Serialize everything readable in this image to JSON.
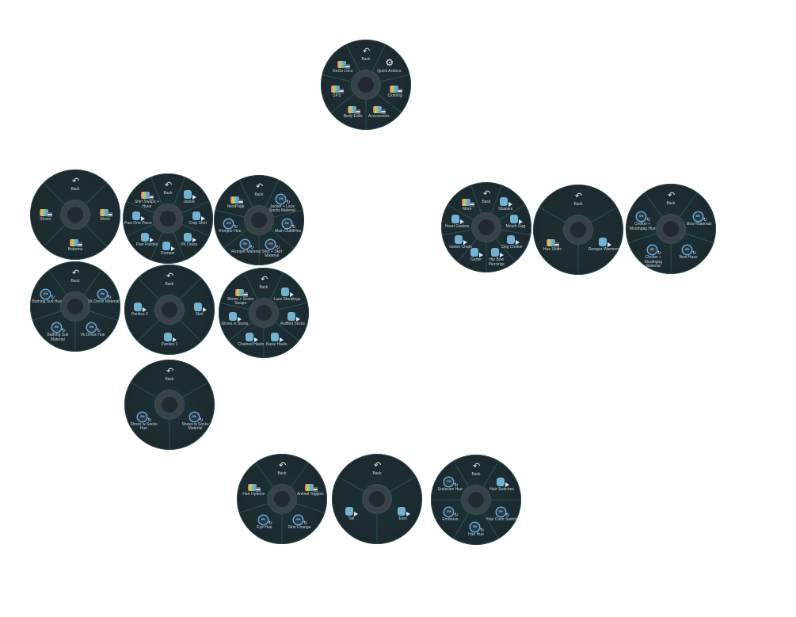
{
  "menus": [
    {
      "name": "main",
      "items": [
        {
          "label": "Back",
          "type": "back"
        },
        {
          "label": "Quick Actions",
          "type": "gear"
        },
        {
          "label": "Clothing",
          "type": "sub"
        },
        {
          "label": "Accessories",
          "type": "sub"
        },
        {
          "label": "Body Edits",
          "type": "sub"
        },
        {
          "label": "SPS",
          "type": "sub"
        },
        {
          "label": "GoGo Loco",
          "type": "sub"
        }
      ]
    },
    {
      "name": "clothing",
      "items": [
        {
          "label": "Back",
          "type": "back"
        },
        {
          "label": "Shirts",
          "type": "sub"
        },
        {
          "label": "Bottoms",
          "type": "sub"
        },
        {
          "label": "Shoes",
          "type": "sub"
        }
      ]
    },
    {
      "name": "shirts",
      "items": [
        {
          "label": "Back",
          "type": "back"
        },
        {
          "label": "Jacket",
          "type": "toggle"
        },
        {
          "label": "Crop Shirt",
          "type": "toggle"
        },
        {
          "label": "VK Dress",
          "type": "toggle"
        },
        {
          "label": "Romper",
          "type": "toggle"
        },
        {
          "label": "Paw Pasties",
          "type": "toggle"
        },
        {
          "label": "Paw One Piece",
          "type": "toggle"
        },
        {
          "label": "Shirt Swaps + Hues",
          "type": "sub"
        }
      ]
    },
    {
      "name": "shirt-swaps-hues",
      "items": [
        {
          "label": "Back",
          "type": "back"
        },
        {
          "label": "Jacket + Lace Socks Material",
          "type": "radial",
          "value": "0%"
        },
        {
          "label": "Main OutfitHue",
          "type": "radial",
          "value": "0%"
        },
        {
          "label": "Shirt + Skirt Material",
          "type": "radial",
          "value": "0%"
        },
        {
          "label": "Romper Material",
          "type": "radial",
          "value": "0%"
        },
        {
          "label": "Romper Hue",
          "type": "radial",
          "value": "0%"
        },
        {
          "label": "NextPage",
          "type": "sub"
        }
      ]
    },
    {
      "name": "shirt-swaps-page-2",
      "items": [
        {
          "label": "Back",
          "type": "back"
        },
        {
          "label": "Vk Dress Material",
          "type": "radial",
          "value": "0%"
        },
        {
          "label": "Vk Dress Hue",
          "type": "radial",
          "value": "0%"
        },
        {
          "label": "Bathing Suit Material",
          "type": "radial",
          "value": "0%"
        },
        {
          "label": "Bathing Suit Hue",
          "type": "radial",
          "value": "0%"
        }
      ]
    },
    {
      "name": "bottoms",
      "items": [
        {
          "label": "Back",
          "type": "back"
        },
        {
          "label": "Skirt",
          "type": "toggle"
        },
        {
          "label": "Panties 1",
          "type": "toggle"
        },
        {
          "label": "Panties 2",
          "type": "toggle"
        }
      ]
    },
    {
      "name": "shoes",
      "items": [
        {
          "label": "Back",
          "type": "back"
        },
        {
          "label": "Lace Stockings",
          "type": "toggle"
        },
        {
          "label": "Ruffled Socks",
          "type": "toggle"
        },
        {
          "label": "Basic Heels",
          "type": "toggle"
        },
        {
          "label": "Chained Heels",
          "type": "toggle"
        },
        {
          "label": "Shoes w Socks",
          "type": "toggle"
        },
        {
          "label": "Shoes + Socks Swaps",
          "type": "sub"
        }
      ]
    },
    {
      "name": "shoes-socks-swaps",
      "items": [
        {
          "label": "Back",
          "type": "back"
        },
        {
          "label": "Shoes w Socks Material",
          "type": "radial",
          "value": "0%"
        },
        {
          "label": "Shoes w Socks Hue",
          "type": "radial",
          "value": "0%"
        }
      ]
    },
    {
      "name": "accessories",
      "items": [
        {
          "label": "Back",
          "type": "back"
        },
        {
          "label": "Glasses",
          "type": "toggle"
        },
        {
          "label": "Mouth Gag",
          "type": "toggle"
        },
        {
          "label": "Dog Choker",
          "type": "toggle"
        },
        {
          "label": "Hip Bow Piercings",
          "type": "toggle"
        },
        {
          "label": "Garter",
          "type": "toggle"
        },
        {
          "label": "Garter Chain",
          "type": "toggle"
        },
        {
          "label": "Heart Garters",
          "type": "toggle"
        },
        {
          "label": "More",
          "type": "sub"
        }
      ]
    },
    {
      "name": "accessories-more",
      "items": [
        {
          "label": "Back",
          "type": "back"
        },
        {
          "label": "Romper Warmers",
          "type": "toggle"
        },
        {
          "label": "Hue Shifts",
          "type": "sub"
        }
      ]
    },
    {
      "name": "accessory-hue-shifts",
      "items": [
        {
          "label": "Back",
          "type": "back"
        },
        {
          "label": "Bow Materials",
          "type": "radial",
          "value": "0%"
        },
        {
          "label": "Bow Hues",
          "type": "radial",
          "value": "0%"
        },
        {
          "label": "Choker + Mouthgag Material",
          "type": "radial",
          "value": "0%"
        },
        {
          "label": "Choker + Mouthgag Hue",
          "type": "radial",
          "value": "0%"
        }
      ]
    },
    {
      "name": "body-edits",
      "items": [
        {
          "label": "Back",
          "type": "back"
        },
        {
          "label": "Animal Toggles",
          "type": "sub"
        },
        {
          "label": "Skin Change",
          "type": "radial",
          "value": "0%"
        },
        {
          "label": "Eye Hue",
          "type": "radial",
          "value": "0%"
        },
        {
          "label": "Hair Options",
          "type": "sub"
        }
      ]
    },
    {
      "name": "animal-toggles",
      "items": [
        {
          "label": "Back",
          "type": "back"
        },
        {
          "label": "Ears",
          "type": "toggle"
        },
        {
          "label": "Tail",
          "type": "toggle"
        }
      ]
    },
    {
      "name": "hair-options",
      "items": [
        {
          "label": "Back",
          "type": "back"
        },
        {
          "label": "Hair Switches",
          "type": "toggle"
        },
        {
          "label": "Hair Color Switch",
          "type": "radial",
          "value": "0%"
        },
        {
          "label": "Hair Hue",
          "type": "radial",
          "value": "0%"
        },
        {
          "label": "Emission",
          "type": "radial",
          "value": "0%"
        },
        {
          "label": "Emission Hue",
          "type": "radial",
          "value": "0%"
        }
      ]
    }
  ],
  "colors": {
    "background": "#1b2a2f",
    "divider": "#2a5a5e",
    "center": "#394247",
    "accent": "#6fb3d6"
  }
}
